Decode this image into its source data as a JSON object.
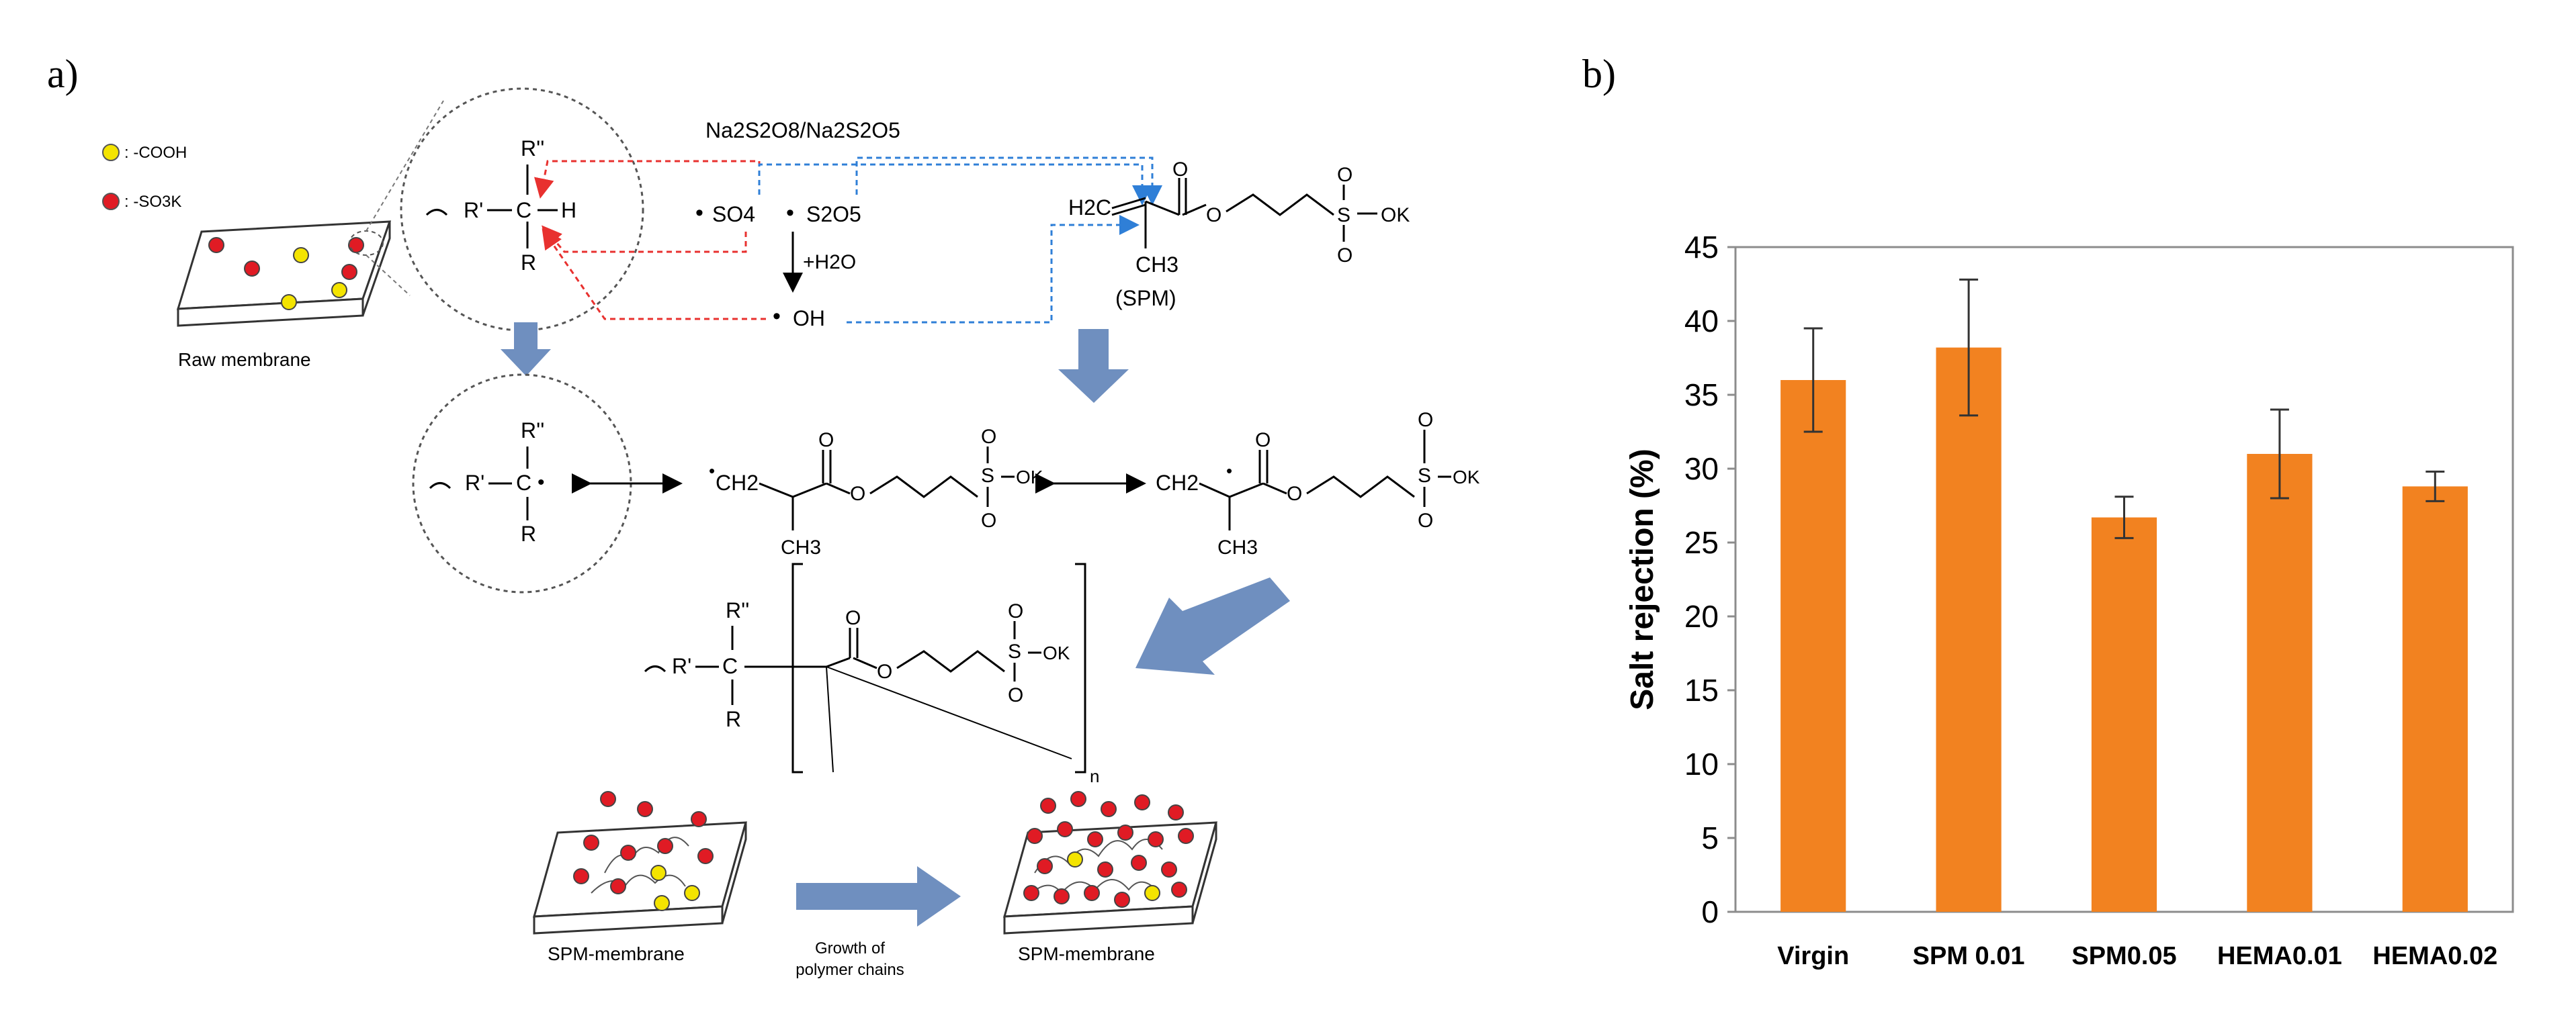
{
  "panel_a": {
    "label": "a)",
    "legend": {
      "cooh": ": -COOH",
      "so3k": ": -SO3K"
    },
    "initiator": "Na2S2O8/Na2S2O5",
    "radicals": {
      "so4": "SO4",
      "s2o5": "S2O5",
      "h2o": "+H2O",
      "oh": "OH"
    },
    "raw_membrane": "Raw membrane",
    "spm_name": "(SPM)",
    "spm_membrane_1": "SPM-membrane",
    "spm_membrane_2": "SPM-membrane",
    "growth_line1": "Growth of",
    "growth_line2": "polymer chains",
    "atoms": {
      "r2": "R''",
      "r1": "R'",
      "r": "R",
      "c": "C",
      "h": "H",
      "h2c": "H2C",
      "ch3": "CH3",
      "o": "O",
      "s": "S",
      "ok": "OK",
      "ch2": "CH2",
      "n": "n"
    },
    "colors": {
      "red": "#e8312f",
      "blue": "#2f7fd7",
      "arrow": "#6f8fbf",
      "dot_red": "#e01b24",
      "dot_yellow": "#f4e400"
    }
  },
  "panel_b": {
    "label": "b)",
    "chart_data": {
      "type": "bar",
      "categories": [
        "Virgin",
        "SPM 0.01",
        "SPM0.05",
        "HEMA0.01",
        "HEMA0.02"
      ],
      "values": [
        36.0,
        38.2,
        26.7,
        31.0,
        28.8
      ],
      "errors": [
        3.5,
        4.6,
        1.4,
        3.0,
        1.0
      ],
      "ylabel": "Salt rejection (%)",
      "xlabel": "",
      "ylim": [
        0,
        45
      ],
      "yticks": [
        0,
        5,
        10,
        15,
        20,
        25,
        30,
        35,
        40,
        45
      ],
      "bar_color": "#f28220",
      "grid": false
    }
  }
}
